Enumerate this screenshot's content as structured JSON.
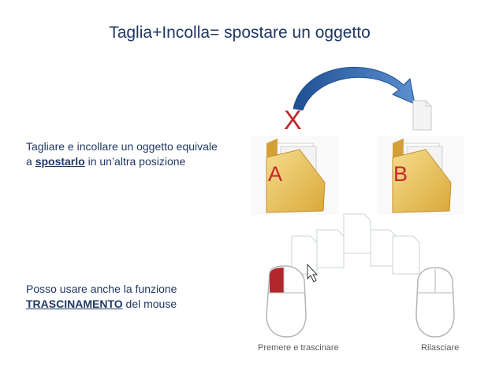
{
  "title": "Taglia+Incolla= spostare un oggetto",
  "para1": {
    "before": "Tagliare e incollare un oggetto equivale a ",
    "emph": "spostarlo",
    "after": " in un’altra posizione"
  },
  "para2": {
    "before": "Posso usare anche la funzione ",
    "emph": "TRASCINAMENTO",
    "after": " del mouse"
  },
  "cut_symbol": "X",
  "folder_a": "A",
  "folder_b": "B",
  "caption_press": "Premere e trascinare",
  "caption_release": "Rilasciare",
  "colors": {
    "text": "#1f3864",
    "accent": "#c0282e",
    "arrow": "#2e5fa3",
    "folder": "#e8c25a"
  }
}
